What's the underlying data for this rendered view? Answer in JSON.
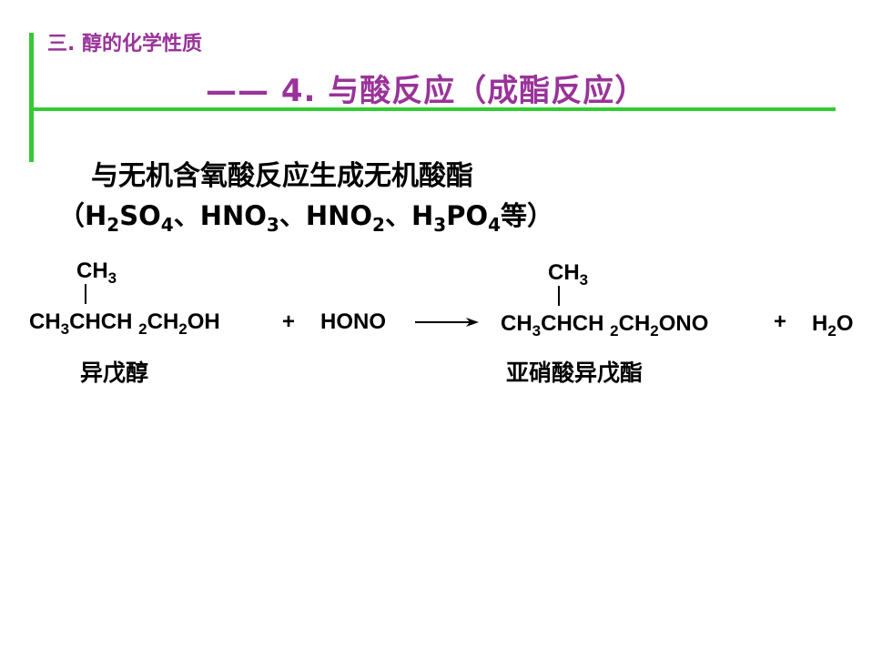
{
  "section_title": "三. 醇的化学性质",
  "slide_title": "—— 4. 与酸反应（成酯反应）",
  "intro": "与无机含氧酸反应生成无机酸酯",
  "acids": {
    "open": "（",
    "h2so4_h": "H",
    "h2so4_2": "2",
    "h2so4_so": "SO",
    "h2so4_4": "4",
    "sep1": "、",
    "hno3_hno": "HNO",
    "hno3_3": "3",
    "sep2": "、",
    "hno2_hno": "HNO",
    "hno2_2": "2",
    "sep3": "、",
    "h3po4_h": "H",
    "h3po4_3": "3",
    "h3po4_po": "PO",
    "h3po4_4": "4",
    "etc": "等",
    "close": "）"
  },
  "reaction": {
    "reactant_branch": {
      "ch": "CH",
      "sub": "3"
    },
    "reactant": {
      "p1": "CH",
      "s1": "3",
      "p2": "CHCH ",
      "s2": "2",
      "p3": "CH",
      "s3": "2",
      "p4": "OH"
    },
    "plus1": "+",
    "reagent": "HONO",
    "product_branch": {
      "ch": "CH",
      "sub": "3"
    },
    "product": {
      "p1": "CH",
      "s1": "3",
      "p2": "CHCH ",
      "s2": "2",
      "p3": "CH",
      "s3": "2",
      "p4": "ONO"
    },
    "plus2": "+",
    "water": {
      "h": "H",
      "sub": "2",
      "o": "O"
    },
    "reactant_name": "异戊醇",
    "product_name": "亚硝酸异戊酯"
  }
}
